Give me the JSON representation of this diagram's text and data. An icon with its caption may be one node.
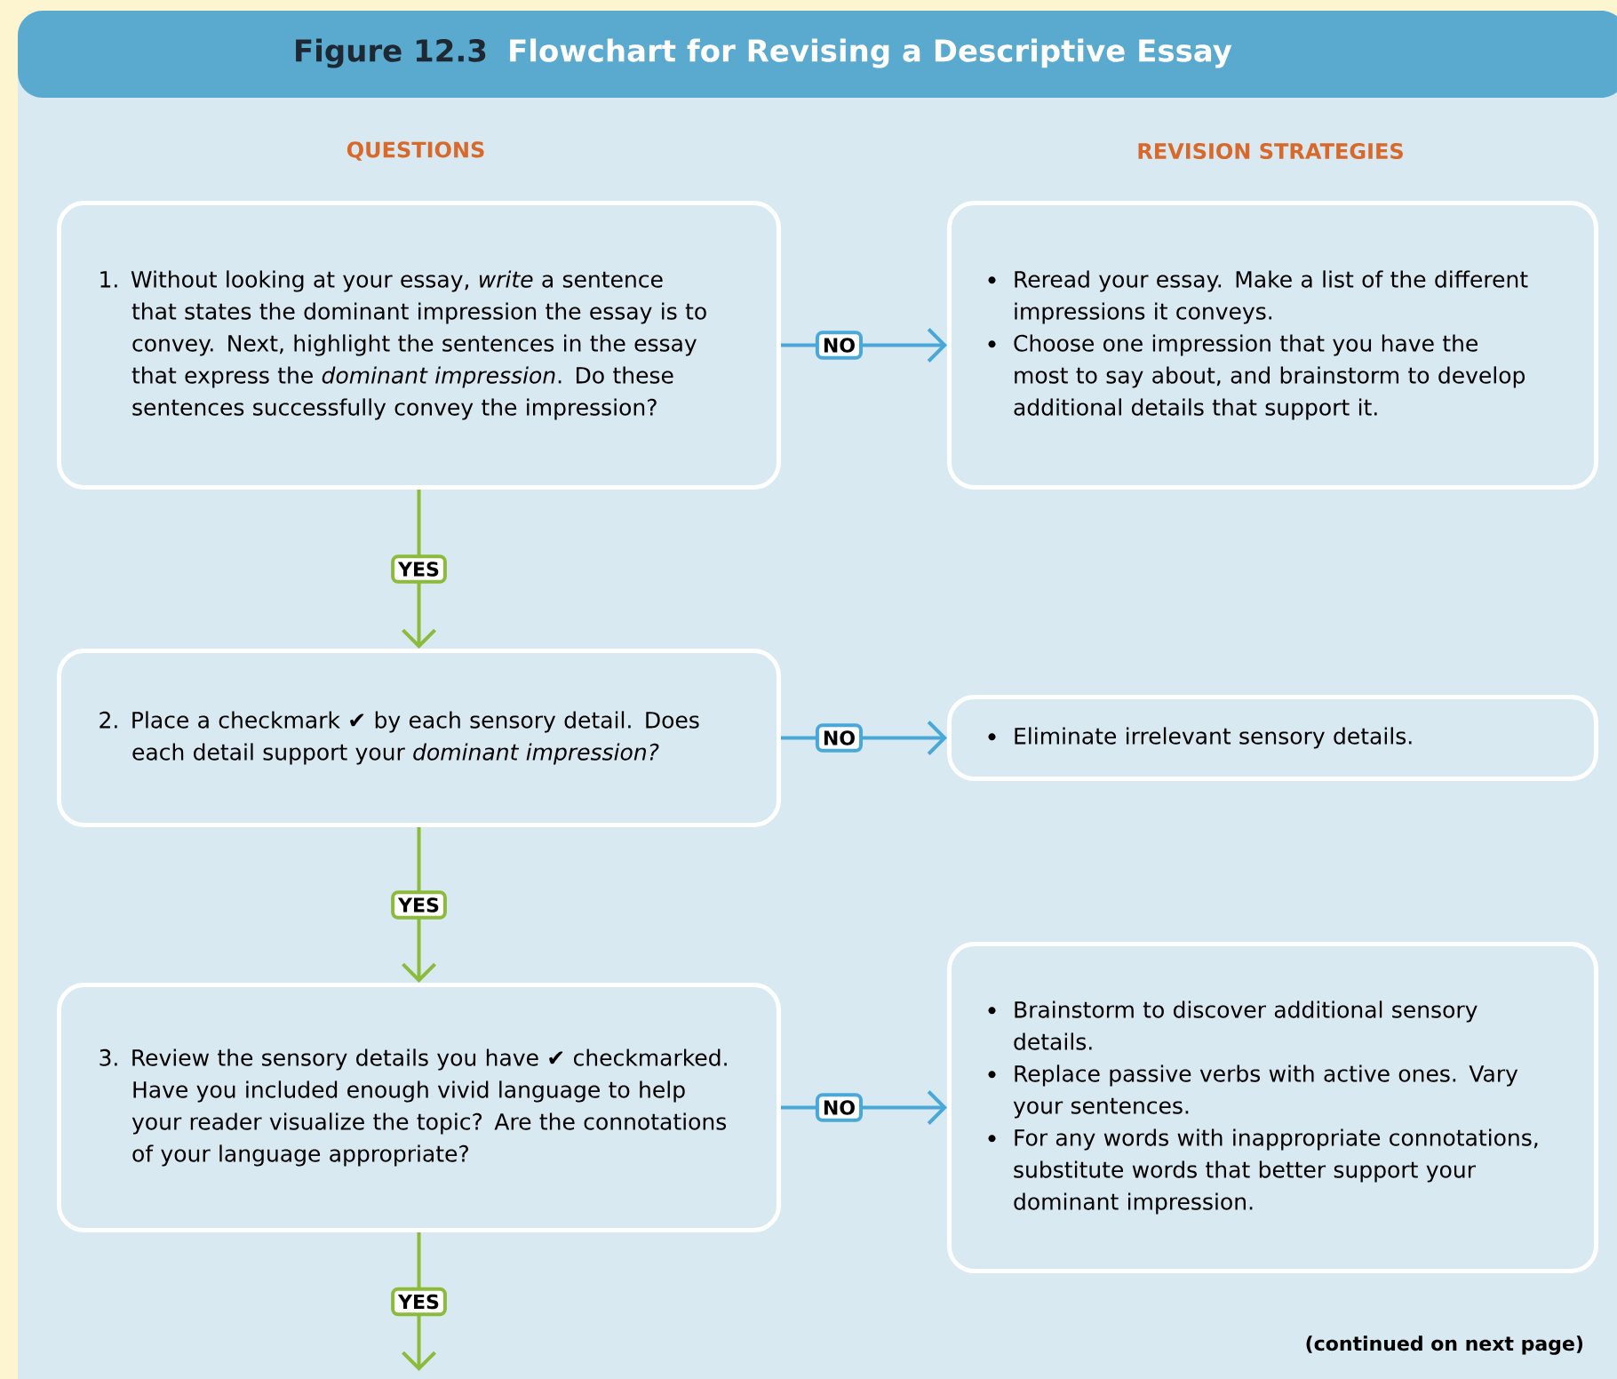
{
  "diagram": {
    "title": "Flowchart for Revising a Descriptive Essay",
    "nodes": [
      {
        "text": [
          "1. Without looking at your essay, *write* a sentence that states the dominant impression the essay is to convey. Next, highlight the sentences in the essay that express the *dominant impression*. Do these sentences successfully convey the impression?"
        ]
      },
      {
        "text": [
          "Reread your essay. Make a list of the different impressions it conveys.",
          "Choose one impression that you have the most to say about, and brainstorm to develop additional details that support it."
        ]
      },
      {
        "text": [
          "2. Place a checkmark ✔ by each sensory detail. Does each detail support your *dominant impression?*"
        ]
      },
      {
        "text": [
          "Eliminate irrelevant sensory details."
        ]
      },
      {
        "text": [
          "3. Review the sensory details you have ✔ checkmarked. Have you included enough vivid language to help your reader visualize the topic? Are the connotations of your language appropriate?"
        ]
      },
      {
        "text": [
          "Brainstorm to discover additional sensory details.",
          "Replace passive verbs with active ones. Vary your sentences.",
          "For any words with inappropriate connotations, substitute words that better support your dominant impression."
        ]
      }
    ],
    "edges": [
      {
        "from": 0,
        "to": 1,
        "arrow": "to",
        "label": "NO",
        "color": "#4aa8d8"
      },
      {
        "from": 0,
        "to": 2,
        "arrow": "to",
        "label": "YES",
        "color": "#8cbb3c"
      },
      {
        "from": 2,
        "to": 3,
        "arrow": "to",
        "label": "NO",
        "color": "#4aa8d8"
      },
      {
        "from": 2,
        "to": 4,
        "arrow": "to",
        "label": "YES",
        "color": "#8cbb3c"
      },
      {
        "from": 4,
        "to": 5,
        "arrow": "to",
        "label": "NO",
        "color": "#4aa8d8"
      },
      {
        "from": 4,
        "to": null,
        "arrow": "to",
        "label": "YES",
        "color": "#8cbb3c"
      }
    ],
    "labels": [
      "Figure 12.3",
      "QUESTIONS",
      "REVISION STRATEGIES",
      "(continued on next page)"
    ]
  }
}
